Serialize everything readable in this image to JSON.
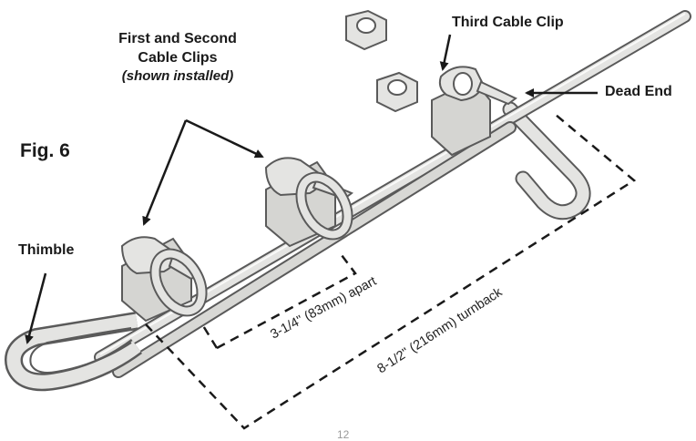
{
  "figure_label": "Fig. 6",
  "labels": {
    "first_second_line1": "First and Second",
    "first_second_line2": "Cable Clips",
    "first_second_note": "(shown installed)",
    "third_clip": "Third Cable Clip",
    "dead_end": "Dead End",
    "thimble": "Thimble"
  },
  "dimensions": {
    "spacing": "3-1/4\" (83mm) apart",
    "turnback": "8-1/2\" (216mm) turnback"
  },
  "page_number": "12",
  "colors": {
    "metal_fill": "#e4e4e2",
    "metal_shade": "#c9c9c6",
    "outline": "#5a5a5a",
    "text": "#1a1a1a"
  }
}
